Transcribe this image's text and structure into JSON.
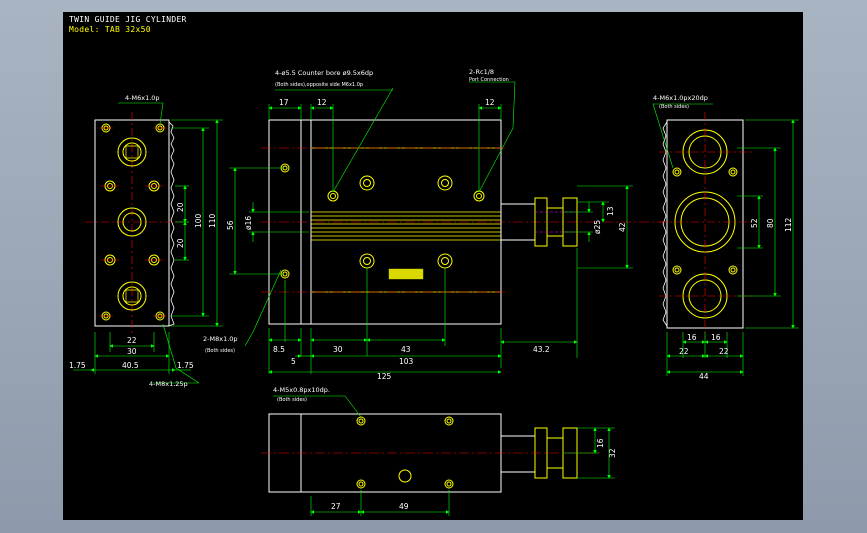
{
  "title": {
    "line1": "TWIN GUIDE JIG CYLINDER",
    "line2": "Model: TAB 32x50"
  },
  "callouts": {
    "left_top_thread": "4-M6x1.0p",
    "left_bottom_side": "2-M8x1.0p",
    "left_bottom_side_sub": "(Both sides)",
    "left_bottom_thread": "4-M8x1.25p",
    "center_hole": "4-ø5.5  Counter bore ø9.5x6dp",
    "center_hole_sub": "(Both sides),opposite side M6x1.0p",
    "port": "2-Rc1/8",
    "port_sub": "Port Connection",
    "right_thread": "4-M6x1.0px20dp",
    "right_thread_sub": "(Both sides)",
    "bottom_thread": "4-M5x0.8px10dp.",
    "bottom_thread_sub": "(Both sides)"
  },
  "dims_left_view": {
    "h_22": "22",
    "h_30": "30",
    "h_40_5": "40.5",
    "h_1_75a": "1.75",
    "h_1_75b": "1.75",
    "v_20a": "20",
    "v_20b": "20",
    "v_100": "100",
    "v_110": "110"
  },
  "dims_front_view": {
    "h_17": "17",
    "h_12a": "12",
    "h_12b": "12",
    "h_8_5": "8.5",
    "h_5": "5",
    "h_30": "30",
    "h_43": "43",
    "h_103": "103",
    "h_43_2": "43.2",
    "h_125": "125",
    "v_56": "56",
    "v_16": "ø16",
    "v_25": "ø25",
    "v_13": "13",
    "v_42": "42"
  },
  "dims_right_view": {
    "h_16a": "16",
    "h_16b": "16",
    "h_22a": "22",
    "h_22b": "22",
    "h_44": "44",
    "v_52": "52",
    "v_80": "80",
    "v_112": "112"
  },
  "dims_bottom_view": {
    "h_27": "27",
    "h_49": "49",
    "v_16": "16",
    "v_32": "32"
  },
  "colors": {
    "background": "#000000",
    "outline": "#ffffff",
    "hole": "#ffff00",
    "centerline": "#ff0000",
    "dimension": "#00ff00",
    "leader": "#00ff00",
    "hidden": "#ff00ff"
  }
}
